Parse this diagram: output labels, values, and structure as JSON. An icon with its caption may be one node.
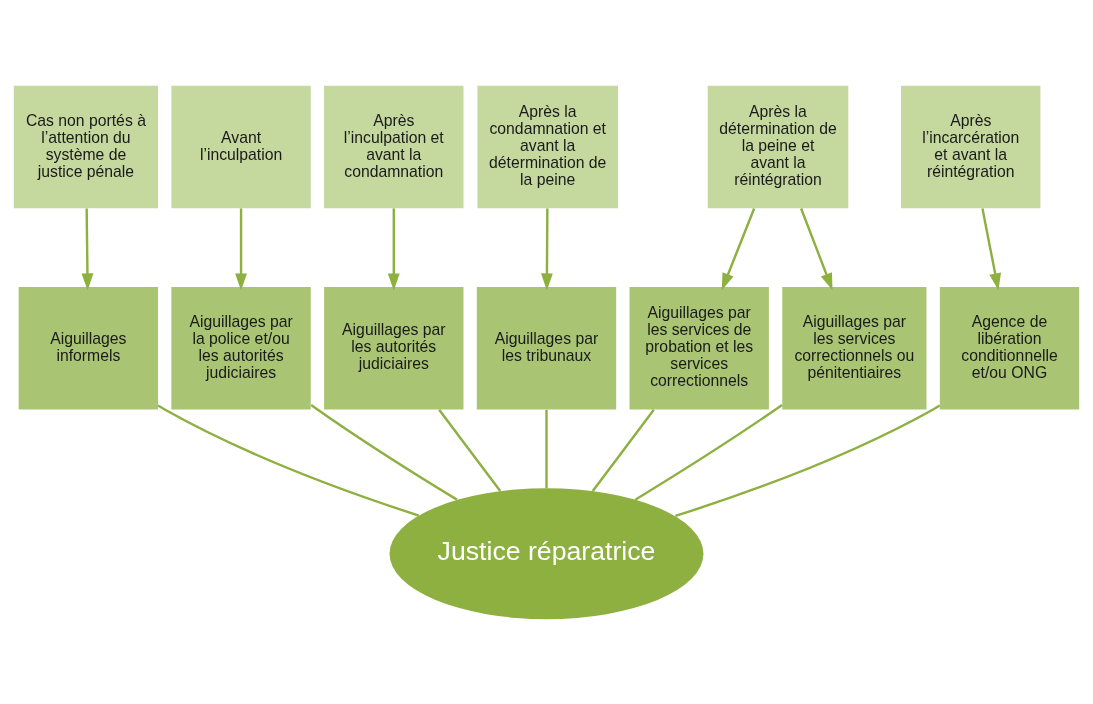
{
  "diagram": {
    "nodes": [
      {
        "text": [
          "Cas non portés à l’attention du système de justice pénale"
        ]
      },
      {
        "text": [
          "Avant l’inculpation"
        ]
      },
      {
        "text": [
          "Après l’inculpation et avant la condamnation"
        ]
      },
      {
        "text": [
          "Après la condamnation et avant la détermination de la peine"
        ]
      },
      {
        "text": [
          "Après la détermination de la peine et avant la réintégration"
        ]
      },
      {
        "text": [
          "Après l’incarcération et avant la réintégration"
        ]
      },
      {
        "text": [
          "Aiguillages informels"
        ]
      },
      {
        "text": [
          "Aiguillages par la police et/ou les autorités judiciaires"
        ]
      },
      {
        "text": [
          "Aiguillages par les autorités judiciaires"
        ]
      },
      {
        "text": [
          "Aiguillages par les tribunaux"
        ]
      },
      {
        "text": [
          "Aiguillages par les services de probation et les services correctionnels"
        ]
      },
      {
        "text": [
          "Aiguillages par les services correctionnels ou pénitentiaires"
        ]
      },
      {
        "text": [
          "Agence de libération conditionnelle et/ou ONG"
        ]
      },
      {
        "text": [
          "Justice réparatrice"
        ]
      }
    ],
    "edges": [
      {
        "from": 0,
        "to": 6,
        "arrow": "to"
      },
      {
        "from": 1,
        "to": 7,
        "arrow": "to"
      },
      {
        "from": 2,
        "to": 8,
        "arrow": "to"
      },
      {
        "from": 3,
        "to": 9,
        "arrow": "to"
      },
      {
        "from": 4,
        "to": 10,
        "arrow": "to"
      },
      {
        "from": 4,
        "to": 11,
        "arrow": "to"
      },
      {
        "from": 5,
        "to": 12,
        "arrow": "to"
      },
      {
        "from": 6,
        "to": 13,
        "arrow": "none"
      },
      {
        "from": 7,
        "to": 13,
        "arrow": "none"
      },
      {
        "from": 8,
        "to": 13,
        "arrow": "none"
      },
      {
        "from": 9,
        "to": 13,
        "arrow": "none"
      },
      {
        "from": 10,
        "to": 13,
        "arrow": "none"
      },
      {
        "from": 11,
        "to": 13,
        "arrow": "none"
      },
      {
        "from": 12,
        "to": 13,
        "arrow": "none"
      }
    ]
  }
}
